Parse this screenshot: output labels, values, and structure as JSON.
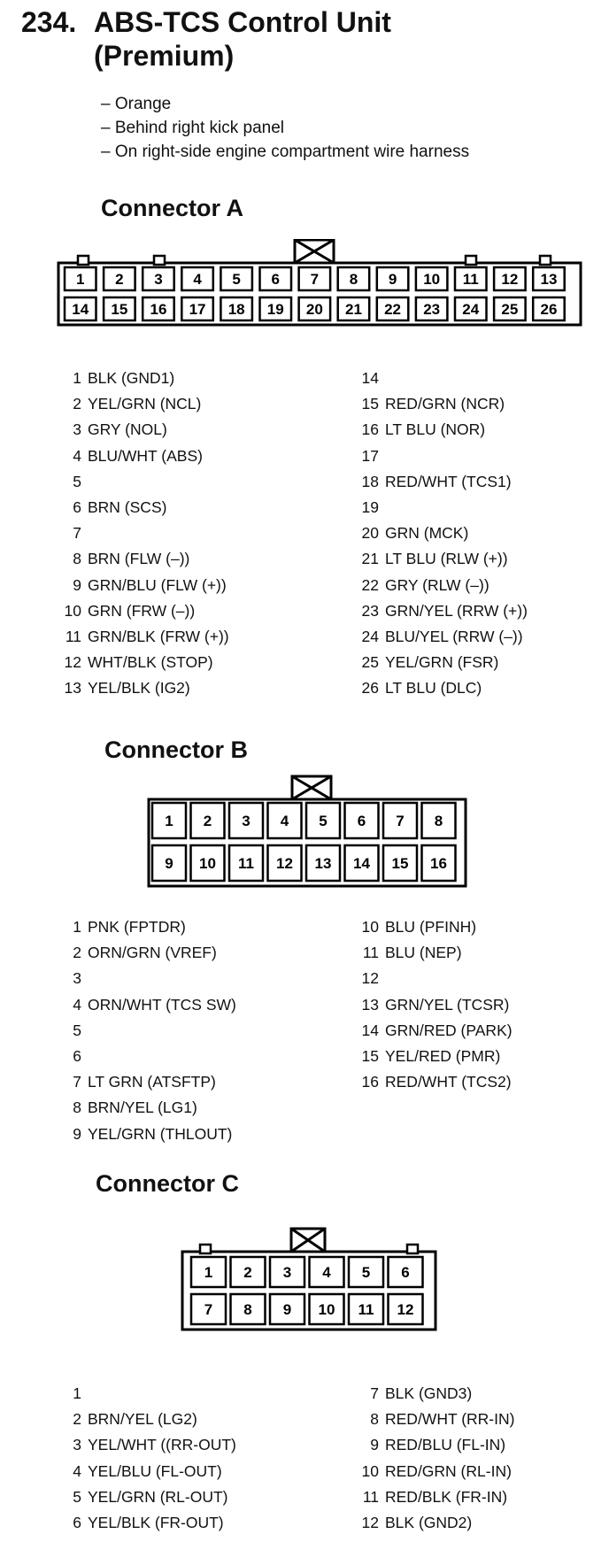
{
  "title": {
    "number": "234.",
    "line1": "ABS-TCS Control Unit",
    "line2": "(Premium)"
  },
  "notes": [
    "– Orange",
    "– Behind right kick panel",
    "– On right-side engine compartment wire harness"
  ],
  "connectors": [
    {
      "heading": "Connector A",
      "top_pins": [
        "1",
        "2",
        "3",
        "4",
        "5",
        "6",
        "7",
        "8",
        "9",
        "10",
        "11",
        "12",
        "13"
      ],
      "bottom_pins": [
        "14",
        "15",
        "16",
        "17",
        "18",
        "19",
        "20",
        "21",
        "22",
        "23",
        "24",
        "25",
        "26"
      ],
      "left_list": [
        {
          "pin": "1",
          "wire": "BLK (GND1)"
        },
        {
          "pin": "2",
          "wire": "YEL/GRN (NCL)"
        },
        {
          "pin": "3",
          "wire": "GRY (NOL)"
        },
        {
          "pin": "4",
          "wire": "BLU/WHT (ABS)"
        },
        {
          "pin": "5",
          "wire": ""
        },
        {
          "pin": "6",
          "wire": "BRN (SCS)"
        },
        {
          "pin": "7",
          "wire": ""
        },
        {
          "pin": "8",
          "wire": "BRN (FLW (–))"
        },
        {
          "pin": "9",
          "wire": "GRN/BLU (FLW (+))"
        },
        {
          "pin": "10",
          "wire": "GRN (FRW (–))"
        },
        {
          "pin": "11",
          "wire": "GRN/BLK (FRW (+))"
        },
        {
          "pin": "12",
          "wire": "WHT/BLK (STOP)"
        },
        {
          "pin": "13",
          "wire": "YEL/BLK (IG2)"
        }
      ],
      "right_list": [
        {
          "pin": "14",
          "wire": ""
        },
        {
          "pin": "15",
          "wire": "RED/GRN (NCR)"
        },
        {
          "pin": "16",
          "wire": "LT BLU (NOR)"
        },
        {
          "pin": "17",
          "wire": ""
        },
        {
          "pin": "18",
          "wire": "RED/WHT (TCS1)"
        },
        {
          "pin": "19",
          "wire": ""
        },
        {
          "pin": "20",
          "wire": "GRN (MCK)"
        },
        {
          "pin": "21",
          "wire": "LT BLU (RLW (+))"
        },
        {
          "pin": "22",
          "wire": "GRY (RLW (–))"
        },
        {
          "pin": "23",
          "wire": "GRN/YEL (RRW (+))"
        },
        {
          "pin": "24",
          "wire": "BLU/YEL (RRW (–))"
        },
        {
          "pin": "25",
          "wire": "YEL/GRN (FSR)"
        },
        {
          "pin": "26",
          "wire": "LT BLU (DLC)"
        }
      ]
    },
    {
      "heading": "Connector B",
      "top_pins": [
        "1",
        "2",
        "3",
        "4",
        "5",
        "6",
        "7",
        "8"
      ],
      "bottom_pins": [
        "9",
        "10",
        "11",
        "12",
        "13",
        "14",
        "15",
        "16"
      ],
      "left_list": [
        {
          "pin": "1",
          "wire": "PNK (FPTDR)"
        },
        {
          "pin": "2",
          "wire": "ORN/GRN (VREF)"
        },
        {
          "pin": "3",
          "wire": ""
        },
        {
          "pin": "4",
          "wire": "ORN/WHT (TCS SW)"
        },
        {
          "pin": "5",
          "wire": ""
        },
        {
          "pin": "6",
          "wire": ""
        },
        {
          "pin": "7",
          "wire": "LT GRN (ATSFTP)"
        },
        {
          "pin": "8",
          "wire": "BRN/YEL (LG1)"
        },
        {
          "pin": "9",
          "wire": "YEL/GRN (THLOUT)"
        }
      ],
      "right_list": [
        {
          "pin": "10",
          "wire": "BLU (PFINH)"
        },
        {
          "pin": "11",
          "wire": "BLU (NEP)"
        },
        {
          "pin": "12",
          "wire": ""
        },
        {
          "pin": "13",
          "wire": "GRN/YEL (TCSR)"
        },
        {
          "pin": "14",
          "wire": "GRN/RED (PARK)"
        },
        {
          "pin": "15",
          "wire": "YEL/RED (PMR)"
        },
        {
          "pin": "16",
          "wire": "RED/WHT (TCS2)"
        }
      ]
    },
    {
      "heading": "Connector C",
      "top_pins": [
        "1",
        "2",
        "3",
        "4",
        "5",
        "6"
      ],
      "bottom_pins": [
        "7",
        "8",
        "9",
        "10",
        "11",
        "12"
      ],
      "left_list": [
        {
          "pin": "1",
          "wire": ""
        },
        {
          "pin": "2",
          "wire": "BRN/YEL (LG2)"
        },
        {
          "pin": "3",
          "wire": "YEL/WHT ((RR-OUT)"
        },
        {
          "pin": "4",
          "wire": "YEL/BLU (FL-OUT)"
        },
        {
          "pin": "5",
          "wire": "YEL/GRN (RL-OUT)"
        },
        {
          "pin": "6",
          "wire": "YEL/BLK (FR-OUT)"
        }
      ],
      "right_list": [
        {
          "pin": "7",
          "wire": "BLK (GND3)"
        },
        {
          "pin": "8",
          "wire": "RED/WHT (RR-IN)"
        },
        {
          "pin": "9",
          "wire": "RED/BLU (FL-IN)"
        },
        {
          "pin": "10",
          "wire": "RED/GRN (RL-IN)"
        },
        {
          "pin": "11",
          "wire": "RED/BLK (FR-IN)"
        },
        {
          "pin": "12",
          "wire": "BLK (GND2)"
        }
      ]
    }
  ]
}
